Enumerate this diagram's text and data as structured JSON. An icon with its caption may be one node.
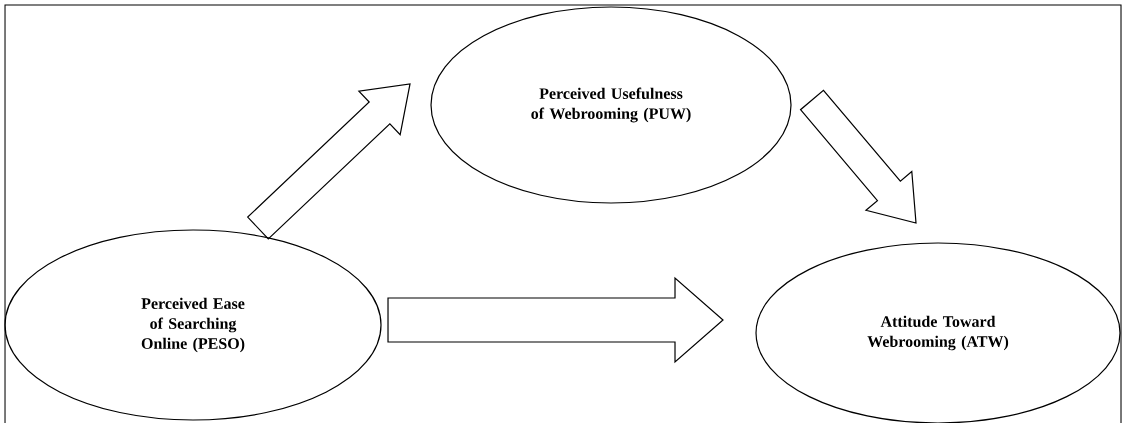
{
  "diagram": {
    "nodes": [
      {
        "text": [
          "Perceived Ease of Searching Online (PESO)"
        ]
      },
      {
        "text": [
          "Perceived Usefulness of Webrooming (PUW)"
        ]
      },
      {
        "text": [
          "Attitude Toward Webrooming (ATW)"
        ]
      }
    ],
    "edges": [
      {
        "from": 0,
        "to": 1,
        "arrow": "to"
      },
      {
        "from": 1,
        "to": 2,
        "arrow": "to"
      },
      {
        "from": 0,
        "to": 2,
        "arrow": "to"
      }
    ]
  }
}
